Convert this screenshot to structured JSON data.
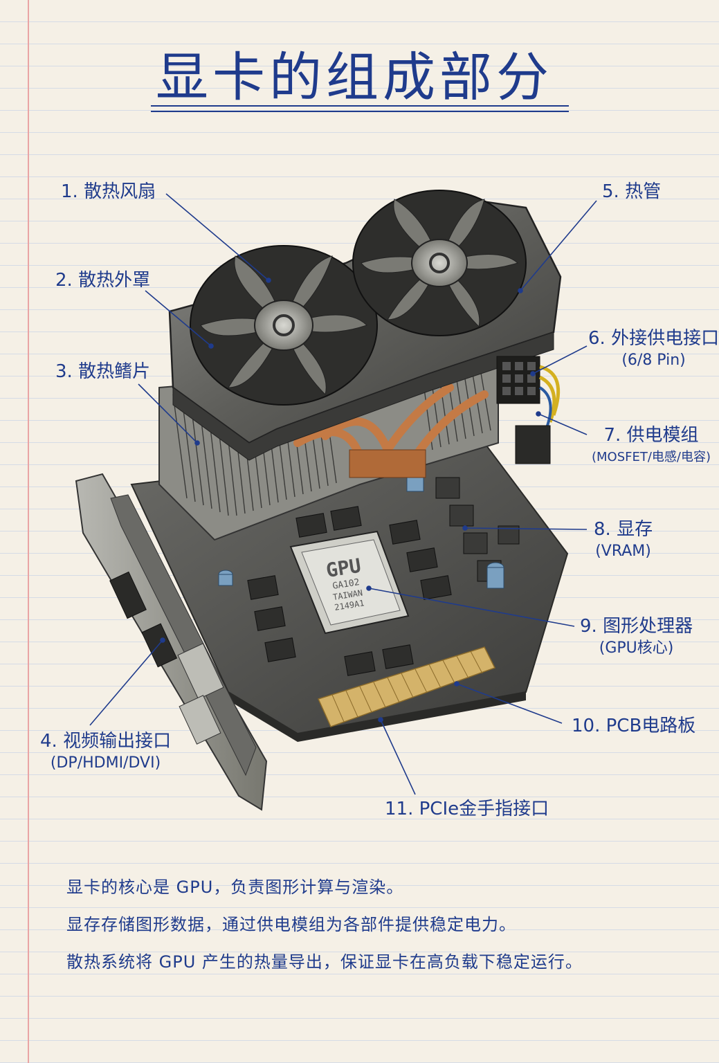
{
  "title": "显卡的组成部分",
  "labels": {
    "fan": "1. 散热风扇",
    "shroud": "2. 散热外罩",
    "fins": "3. 散热鳍片",
    "video_out": "4. 视频输出接口",
    "video_out_sub": "(DP/HDMI/DVI)",
    "heatpipe": "5. 热管",
    "power_conn": "6. 外接供电接口",
    "power_conn_sub": "(6/8 Pin)",
    "vrm": "7. 供电模组",
    "vrm_sub": "(MOSFET/电感/电容)",
    "vram": "8. 显存",
    "vram_sub": "(VRAM)",
    "gpu": "9. 图形处理器",
    "gpu_sub": "(GPU核心)",
    "pcb": "10. PCB电路板",
    "pcie": "11. PCIe金手指接口"
  },
  "chip": {
    "brand": "GPU",
    "model": "GA102",
    "origin": "TAIWAN",
    "code": "2149A1"
  },
  "summary": [
    "显卡的核心是 GPU，负责图形计算与渲染。",
    "显存存储图形数据，通过供电模组为各部件提供稳定电力。",
    "散热系统将 GPU 产生的热量导出，保证显卡在高负载下稳定运行。"
  ],
  "colors": {
    "ink": "#1f3b8c",
    "paper": "#f5f0e6",
    "margin_line": "#e9a4a4",
    "rule_line": "#d5dbe6",
    "copper": "#c47a45",
    "gold": "#d4b36a",
    "pcb": "#4a4a48"
  }
}
